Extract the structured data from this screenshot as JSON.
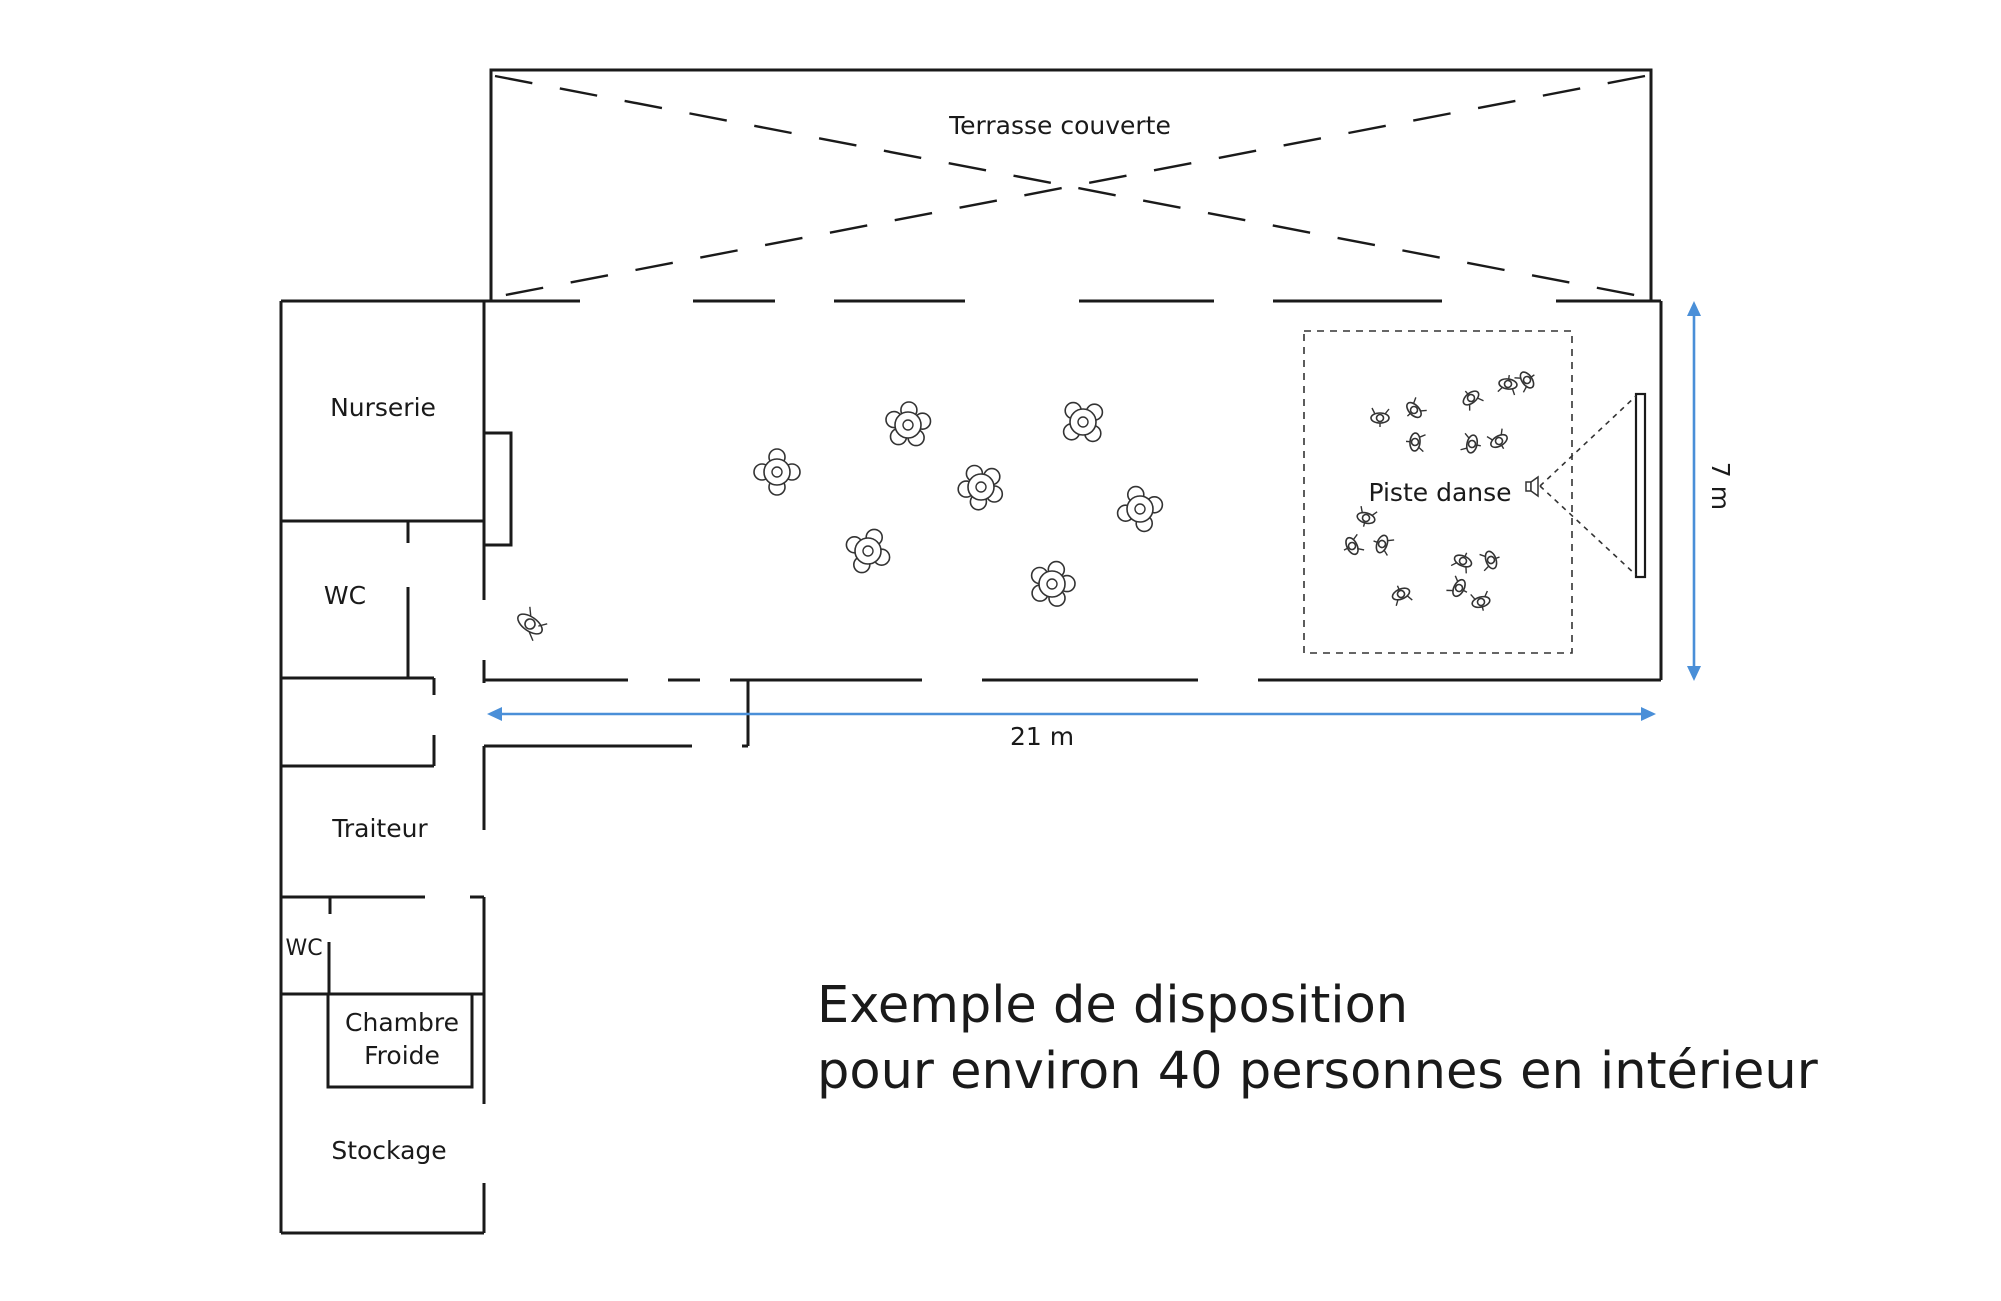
{
  "rooms": {
    "terrasse": "Terrasse couverte",
    "nurserie": "Nurserie",
    "wc_upper": "WC",
    "traiteur": "Traiteur",
    "wc_lower": "WC",
    "chambre_froide_line1": "Chambre",
    "chambre_froide_line2": "Froide",
    "stockage": "Stockage",
    "piste_danse": "Piste danse"
  },
  "dimensions": {
    "width_label": "21 m",
    "depth_label": "7 m"
  },
  "caption": {
    "line1": "Exemple de disposition",
    "line2": "pour environ 40 personnes en intérieur"
  },
  "colors": {
    "dimension_lines": "#4a8fd8",
    "walls": "#1a1a1a"
  },
  "symbols": {
    "round_table": "round-table-with-chairs-icon",
    "dancer": "dancer-icon",
    "speaker": "speaker-icon",
    "screen": "screen-icon",
    "walking_person": "walking-person-icon"
  }
}
